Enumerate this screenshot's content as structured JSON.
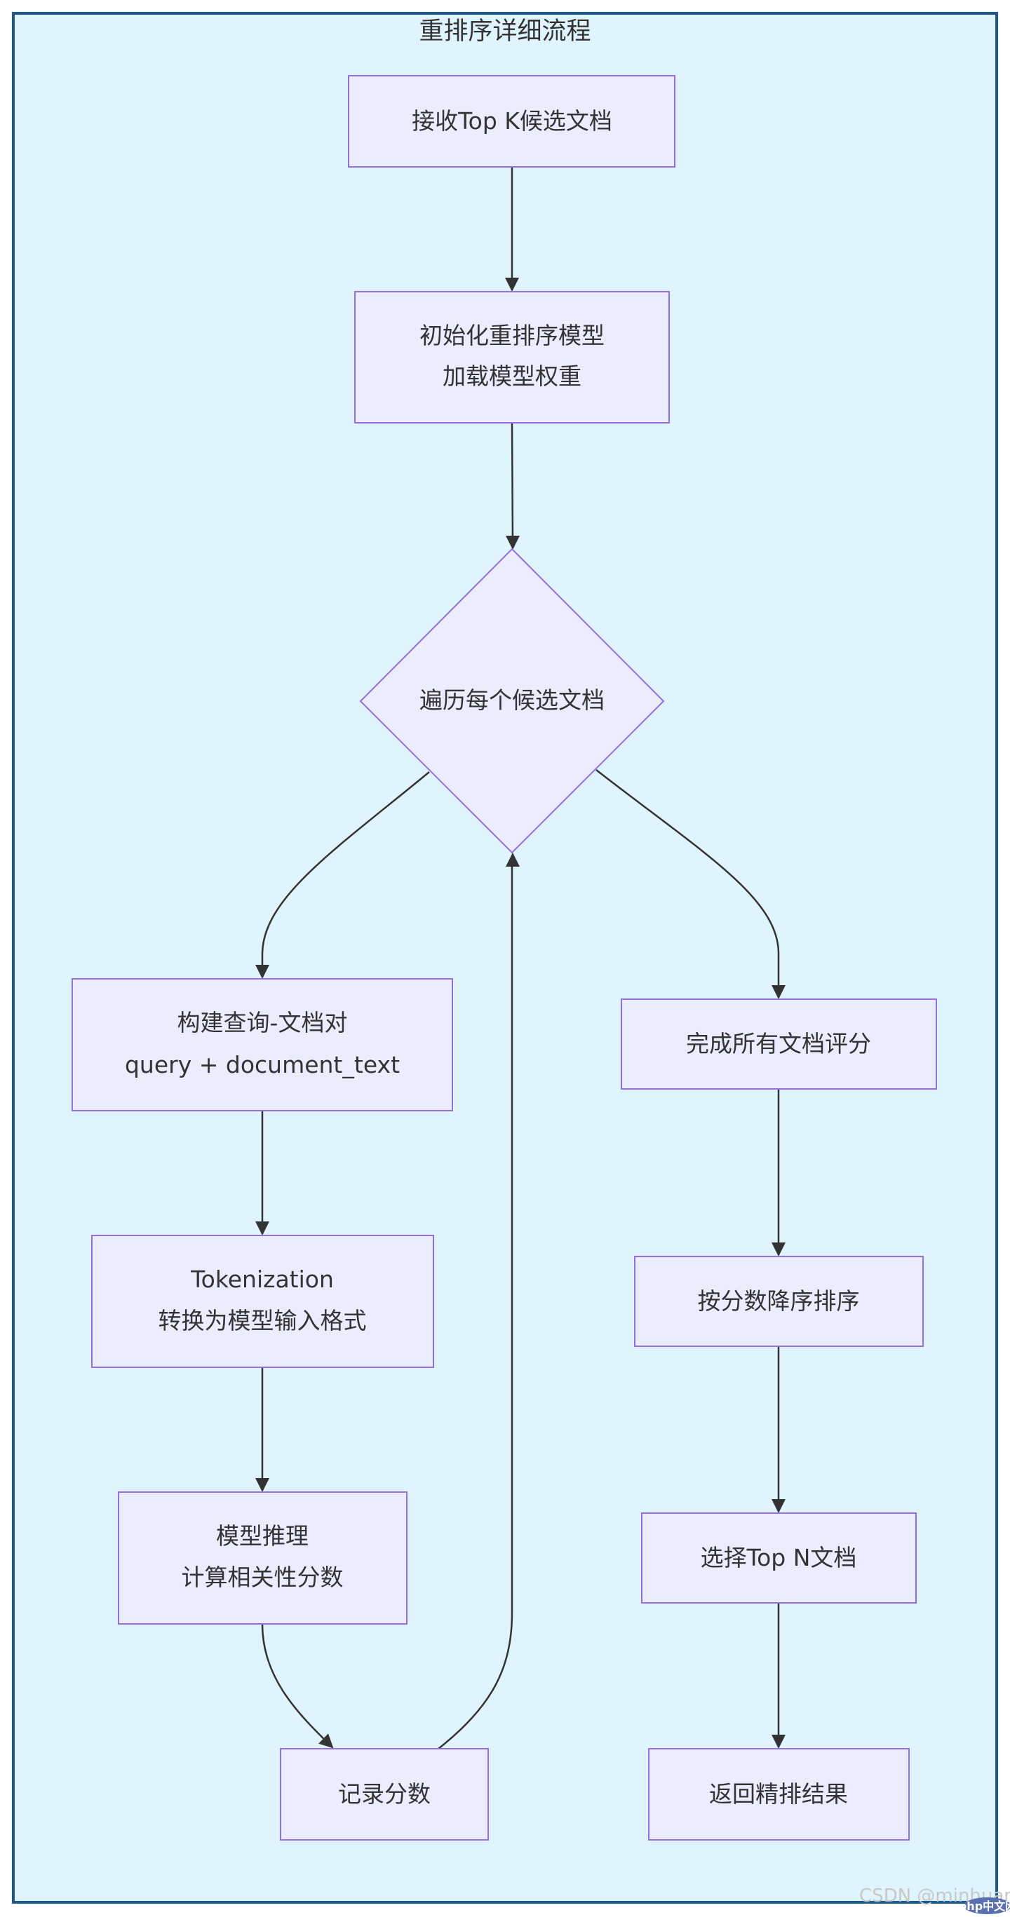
{
  "subgraph": {
    "title": "重排序详细流程"
  },
  "nodes": {
    "receive": [
      "接收Top K候选文档"
    ],
    "init": [
      "初始化重排序模型",
      "加载模型权重"
    ],
    "loop": [
      "遍历每个候选文档"
    ],
    "pair": [
      "构建查询-文档对",
      "query + document_text"
    ],
    "tokenize": [
      "Tokenization",
      "转换为模型输入格式"
    ],
    "infer": [
      "模型推理",
      "计算相关性分数"
    ],
    "record": [
      "记录分数"
    ],
    "finish": [
      "完成所有文档评分"
    ],
    "sort": [
      "按分数降序排序"
    ],
    "select": [
      "选择Top N文档"
    ],
    "result": [
      "返回精排结果"
    ]
  },
  "watermark": {
    "text": "CSDN @minhuan",
    "badge": "php中文网"
  },
  "colors": {
    "background": "#dff4fc",
    "border": "#1c5a8c",
    "node_fill": "#ececff",
    "node_stroke": "#9370db",
    "edge": "#333333"
  }
}
